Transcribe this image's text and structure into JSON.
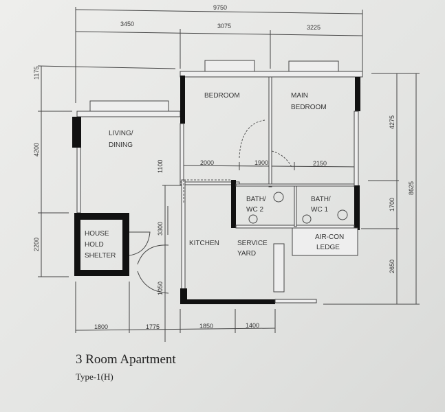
{
  "plan": {
    "title": "3 Room Apartment",
    "subtitle": "Type-1(H)",
    "rooms": {
      "bedroom": "BEDROOM",
      "main_bedroom_1": "MAIN",
      "main_bedroom_2": "BEDROOM",
      "living_1": "LIVING/",
      "living_2": "DINING",
      "shelter_1": "HOUSE",
      "shelter_2": "HOLD",
      "shelter_3": "SHELTER",
      "kitchen": "KITCHEN",
      "service_1": "SERVICE",
      "service_2": "YARD",
      "bath2_1": "BATH/",
      "bath2_2": "WC 2",
      "bath1_1": "BATH/",
      "bath1_2": "WC 1",
      "aircon_1": "AIR-CON",
      "aircon_2": "LEDGE"
    },
    "dims": {
      "total_width": "9750",
      "top_1": "3450",
      "top_2": "3075",
      "top_3": "3225",
      "mid_1": "2000",
      "mid_2": "1900",
      "mid_3": "2150",
      "bottom_1": "1800",
      "bottom_2": "1775",
      "bottom_3": "1850",
      "bottom_4": "1400",
      "left_1": "1175",
      "left_2": "4200",
      "left_3": "2200",
      "inner_1": "1100",
      "inner_2": "3300",
      "inner_3": "1050",
      "right_1": "4275",
      "right_2": "1700",
      "right_3": "2650",
      "total_depth": "8625"
    }
  }
}
